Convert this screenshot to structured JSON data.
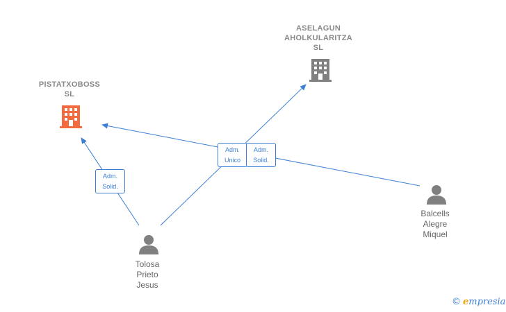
{
  "colors": {
    "focus_company": "#f26a3d",
    "company": "#808080",
    "person": "#808080",
    "edge": "#3a7fd5"
  },
  "companies": {
    "pistatxoboss": {
      "name_line1": "PISTATXOBOSS",
      "name_line2": "SL",
      "icon": "building-icon"
    },
    "aselagun": {
      "name_line1": "ASELAGUN",
      "name_line2": "AHOLKULARITZA",
      "name_line3": "SL",
      "icon": "building-icon"
    }
  },
  "persons": {
    "tolosa": {
      "line1": "Tolosa",
      "line2": "Prieto",
      "line3": "Jesus",
      "icon": "person-icon"
    },
    "balcells": {
      "line1": "Balcells",
      "line2": "Alegre",
      "line3": "Miquel",
      "icon": "person-icon"
    }
  },
  "relations": [
    {
      "from": "Tolosa Prieto Jesus",
      "to": "PISTATXOBOSS SL",
      "role_line1": "Adm.",
      "role_line2": "Solid."
    },
    {
      "from": "Tolosa Prieto Jesus",
      "to": "ASELAGUN AHOLKULARITZA SL",
      "role_line1": "Adm.",
      "role_line2": "Unico"
    },
    {
      "from": "Balcells Alegre Miquel",
      "to": "PISTATXOBOSS SL",
      "role_line1": "Adm.",
      "role_line2": "Solid."
    }
  ],
  "brand": {
    "copyright": "©",
    "initial": "e",
    "rest": "mpresia"
  }
}
